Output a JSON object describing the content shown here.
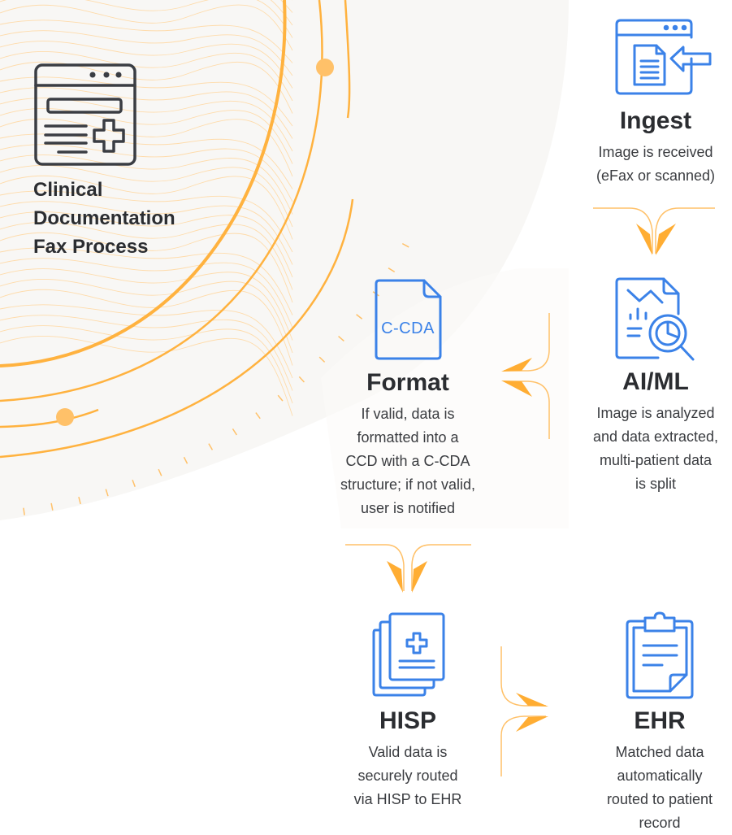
{
  "title": {
    "lines": [
      "Clinical",
      "Documentation",
      "Fax Process"
    ]
  },
  "colors": {
    "accent": "#ffb23f",
    "icon_blue": "#3b82e8",
    "text": "#2b2d31"
  },
  "steps": [
    {
      "id": "ingest",
      "icon": "browser-document-arrow-icon",
      "title": "Ingest",
      "description": [
        "Image is received",
        "(eFax or scanned)"
      ]
    },
    {
      "id": "aiml",
      "icon": "document-chart-magnifier-icon",
      "title": "AI/ML",
      "description": [
        "Image is analyzed",
        "and data extracted,",
        "multi-patient data",
        "is split"
      ]
    },
    {
      "id": "format",
      "icon": "ccda-document-icon",
      "icon_label": "C-CDA",
      "title": "Format",
      "description": [
        "If valid, data is",
        "formatted into a",
        "CCD with a C-CDA",
        "structure; if not valid,",
        "user is notified"
      ]
    },
    {
      "id": "hisp",
      "icon": "stacked-medical-documents-icon",
      "title": "HISP",
      "description": [
        "Valid data is",
        "securely routed",
        "via HISP to EHR"
      ]
    },
    {
      "id": "ehr",
      "icon": "clipboard-icon",
      "title": "EHR",
      "description": [
        "Matched data",
        "automatically",
        "routed to patient",
        "record"
      ]
    }
  ]
}
